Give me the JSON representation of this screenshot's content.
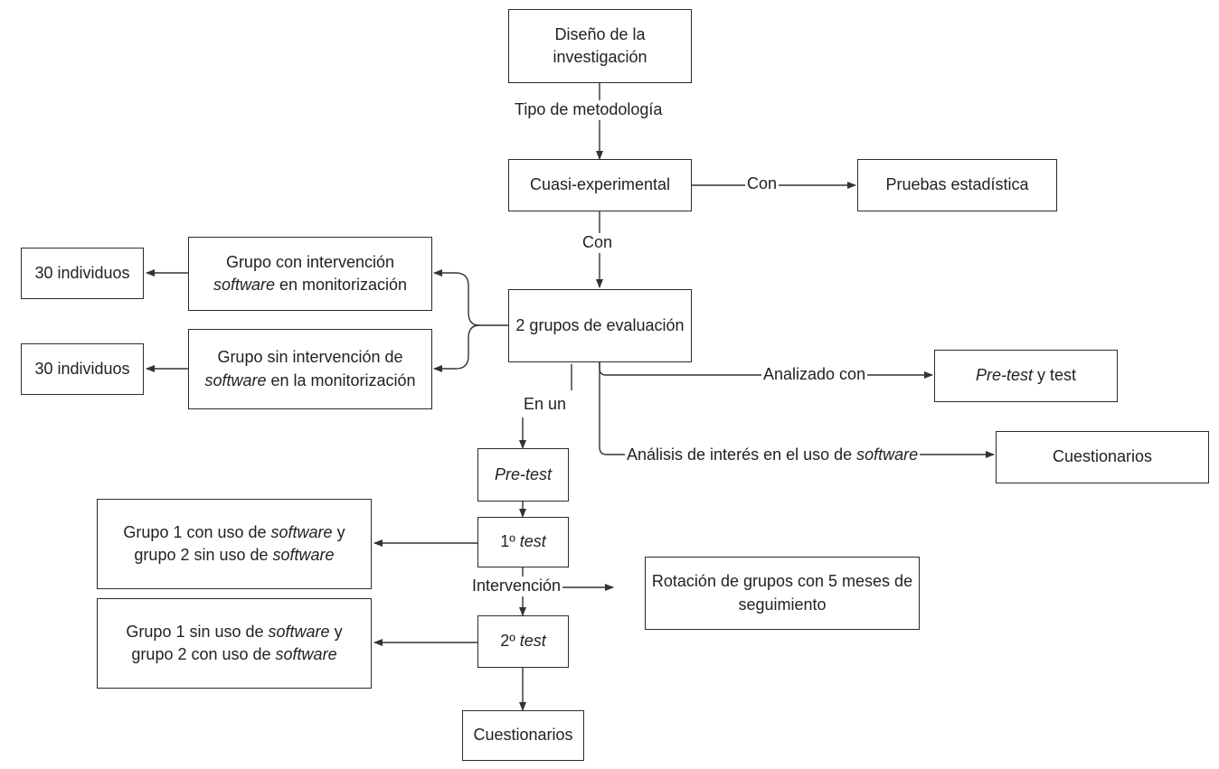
{
  "nodes": {
    "diseno": "Diseño de la investigación",
    "cuasi": "Cuasi-experimental",
    "pruebas": "Pruebas estadística",
    "grupos2": "2 grupos de evaluación",
    "grupo_con": [
      "Grupo con intervención ",
      "software",
      " en monitorización"
    ],
    "grupo_sin": [
      "Grupo sin intervención de ",
      "software",
      " en la monitorización"
    ],
    "indiv_1": "30 individuos",
    "indiv_2": "30 individuos",
    "pretest_y_test": [
      "Pre-test",
      " y test"
    ],
    "cuestionarios_right": "Cuestionarios",
    "pretest": "Pre-test",
    "test1": [
      "1º ",
      "test"
    ],
    "test2": [
      "2º ",
      "test"
    ],
    "grupo1_con": [
      "Grupo 1 con uso de ",
      "software",
      " y grupo 2 sin uso de ",
      "software"
    ],
    "grupo1_sin": [
      "Grupo 1 sin uso de ",
      "software",
      " y grupo 2 con uso de ",
      "software"
    ],
    "rotacion": "Rotación de grupos con 5 meses de seguimiento",
    "cuestionarios_bottom": "Cuestionarios"
  },
  "edges": {
    "tipo": "Tipo de metodología",
    "con_right": "Con",
    "con_down": "Con",
    "analizado": "Analizado con",
    "analisis": [
      "Análisis de interés en el uso de ",
      "software"
    ],
    "en_un": "En un",
    "intervencion": "Intervención"
  }
}
